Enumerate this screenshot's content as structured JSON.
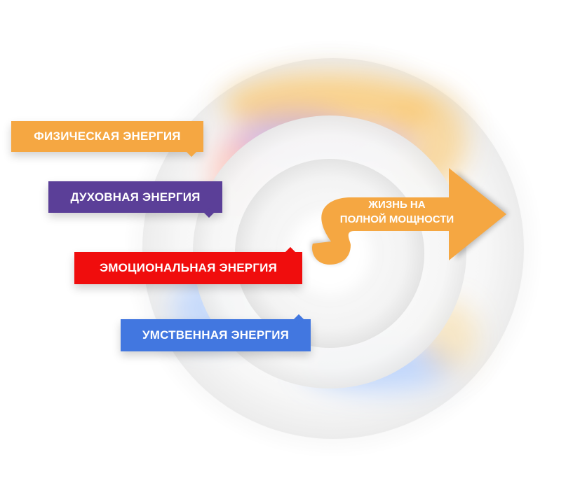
{
  "diagram": {
    "labels": {
      "physical": {
        "text": "ФИЗИЧЕСКАЯ ЭНЕРГИЯ",
        "color": "#F5A742"
      },
      "spiritual": {
        "text": "ДУХОВНАЯ ЭНЕРГИЯ",
        "color": "#5B3F98"
      },
      "emotional": {
        "text": "ЭМОЦИОНАЛЬНАЯ ЭНЕРГИЯ",
        "color": "#F00D0D"
      },
      "mental": {
        "text": "УМСТВЕННАЯ ЭНЕРГИЯ",
        "color": "#4277E0"
      }
    },
    "arrow": {
      "line1": "ЖИЗНЬ НА",
      "line2": "ПОЛНОЙ МОЩНОСТИ",
      "color": "#F5A742"
    },
    "rings": {
      "count": 3,
      "glow_colors": [
        "#F9C56A",
        "#B59BF0",
        "#FF7A6A",
        "#8DB8FF"
      ]
    }
  }
}
